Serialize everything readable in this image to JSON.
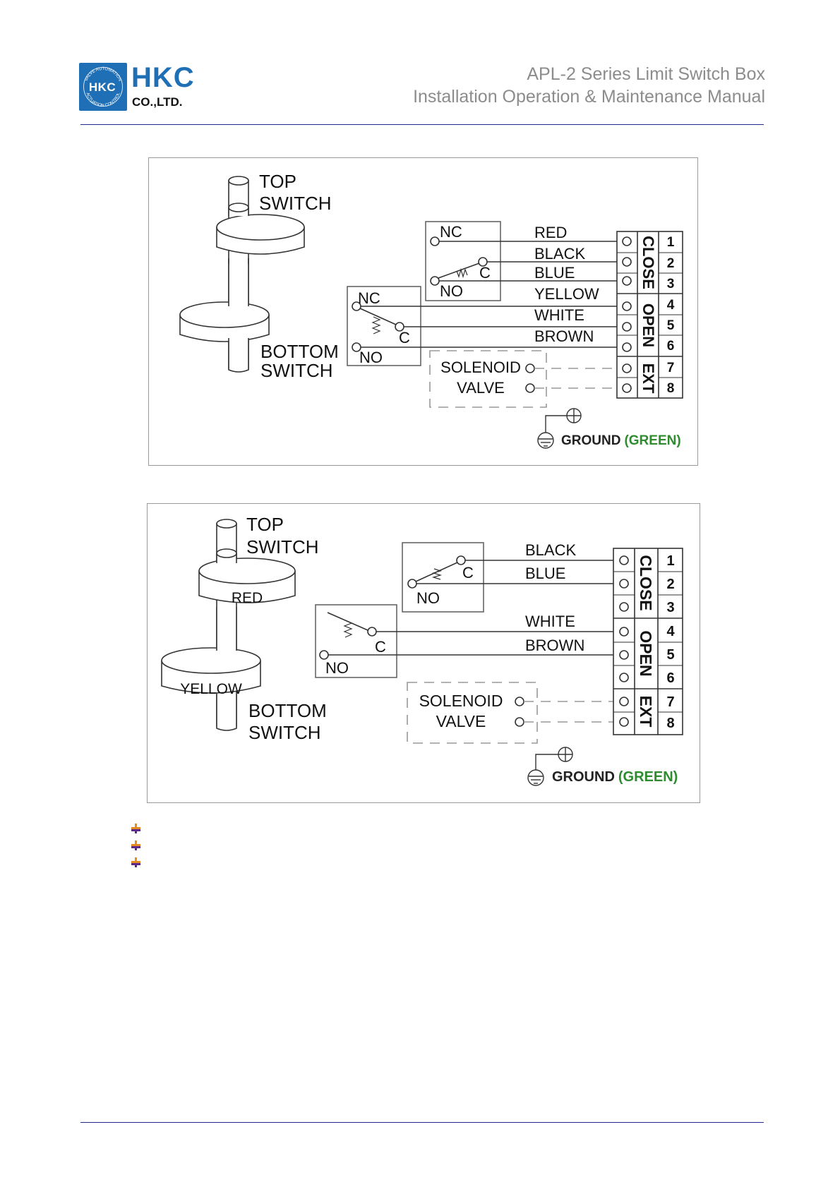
{
  "header": {
    "logo_text": "HKC",
    "logo_ring_text": [
      "VALVE AUTOMATION",
      "ACTUATION CONTROL"
    ],
    "brand_name": "HKC",
    "brand_sub": "CO.,LTD.",
    "title_line1": "APL-2 Series Limit Switch Box",
    "title_line2": "Installation Operation & Maintenance Manual",
    "brand_color": "#1e6fb5",
    "rule_color": "#1f2a8a"
  },
  "diagram1": {
    "top_switch": [
      "TOP",
      "SWITCH"
    ],
    "bottom_switch": [
      "BOTTOM",
      "SWITCH"
    ],
    "top_contacts": {
      "nc": "NC",
      "no": "NO",
      "c": "C"
    },
    "bottom_contacts": {
      "nc": "NC",
      "no": "NO",
      "c": "C"
    },
    "wires": [
      "RED",
      "BLACK",
      "BLUE",
      "YELLOW",
      "WHITE",
      "BROWN"
    ],
    "solenoid": [
      "SOLENOID",
      "VALVE"
    ],
    "groups": [
      "CLOSE",
      "OPEN",
      "EXT"
    ],
    "terminals": [
      "1",
      "2",
      "3",
      "4",
      "5",
      "6",
      "7",
      "8"
    ],
    "ground_label": "GROUND",
    "ground_color_label": "(GREEN)",
    "ground_color": "#2e8b2e"
  },
  "diagram2": {
    "top_switch": [
      "TOP",
      "SWITCH"
    ],
    "bottom_switch": [
      "BOTTOM",
      "SWITCH"
    ],
    "cam_top_label": "RED",
    "cam_bottom_label": "YELLOW",
    "top_contacts": {
      "no": "NO",
      "c": "C"
    },
    "bottom_contacts": {
      "no": "NO",
      "c": "C"
    },
    "wires": [
      "BLACK",
      "BLUE",
      "WHITE",
      "BROWN"
    ],
    "solenoid": [
      "SOLENOID",
      "VALVE"
    ],
    "groups": [
      "CLOSE",
      "OPEN",
      "EXT"
    ],
    "terminals": [
      "1",
      "2",
      "3",
      "4",
      "5",
      "6",
      "7",
      "8"
    ],
    "ground_label": "GROUND",
    "ground_color_label": "(GREEN)",
    "ground_color": "#2e8b2e"
  },
  "bullets": {
    "count": 3,
    "color_top": "#e58a1f",
    "color_bottom": "#5a2a8a"
  }
}
